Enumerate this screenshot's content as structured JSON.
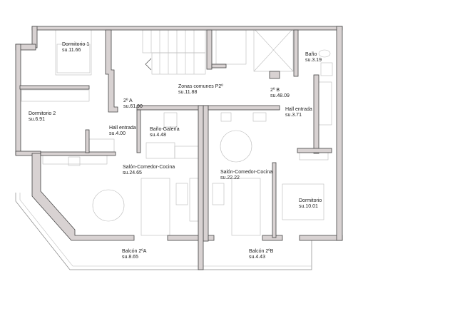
{
  "rooms": [
    {
      "name": "Dormitorio 1",
      "area": "su.11.66"
    },
    {
      "name": "Zonas comunes P2º",
      "area": "su.11.88"
    },
    {
      "name": "Baño",
      "area": "su.3.19"
    },
    {
      "name": "2º A",
      "area": "su.61.90"
    },
    {
      "name": "2º B",
      "area": "su.48.09"
    },
    {
      "name": "Dormitorio 2",
      "area": "su.6.91"
    },
    {
      "name": "Hall entrada",
      "area": "su.4.00"
    },
    {
      "name": "Baño-Galería",
      "area": "su.4.48"
    },
    {
      "name": "Hall entrada",
      "area": "su.3.71"
    },
    {
      "name": "Salón-Comedor-Cocina",
      "area": "su.24.65"
    },
    {
      "name": "Salón-Comedor-Cocina",
      "area": "su.22.22"
    },
    {
      "name": "Dormitorio",
      "area": "su.10.01"
    },
    {
      "name": "Balcón 2ºA",
      "area": "su.8.65"
    },
    {
      "name": "Balcón 2ºB",
      "area": "su.4.43"
    }
  ],
  "colors": {
    "wall_fill": "#d8d2d2",
    "wall_line": "#444444"
  }
}
